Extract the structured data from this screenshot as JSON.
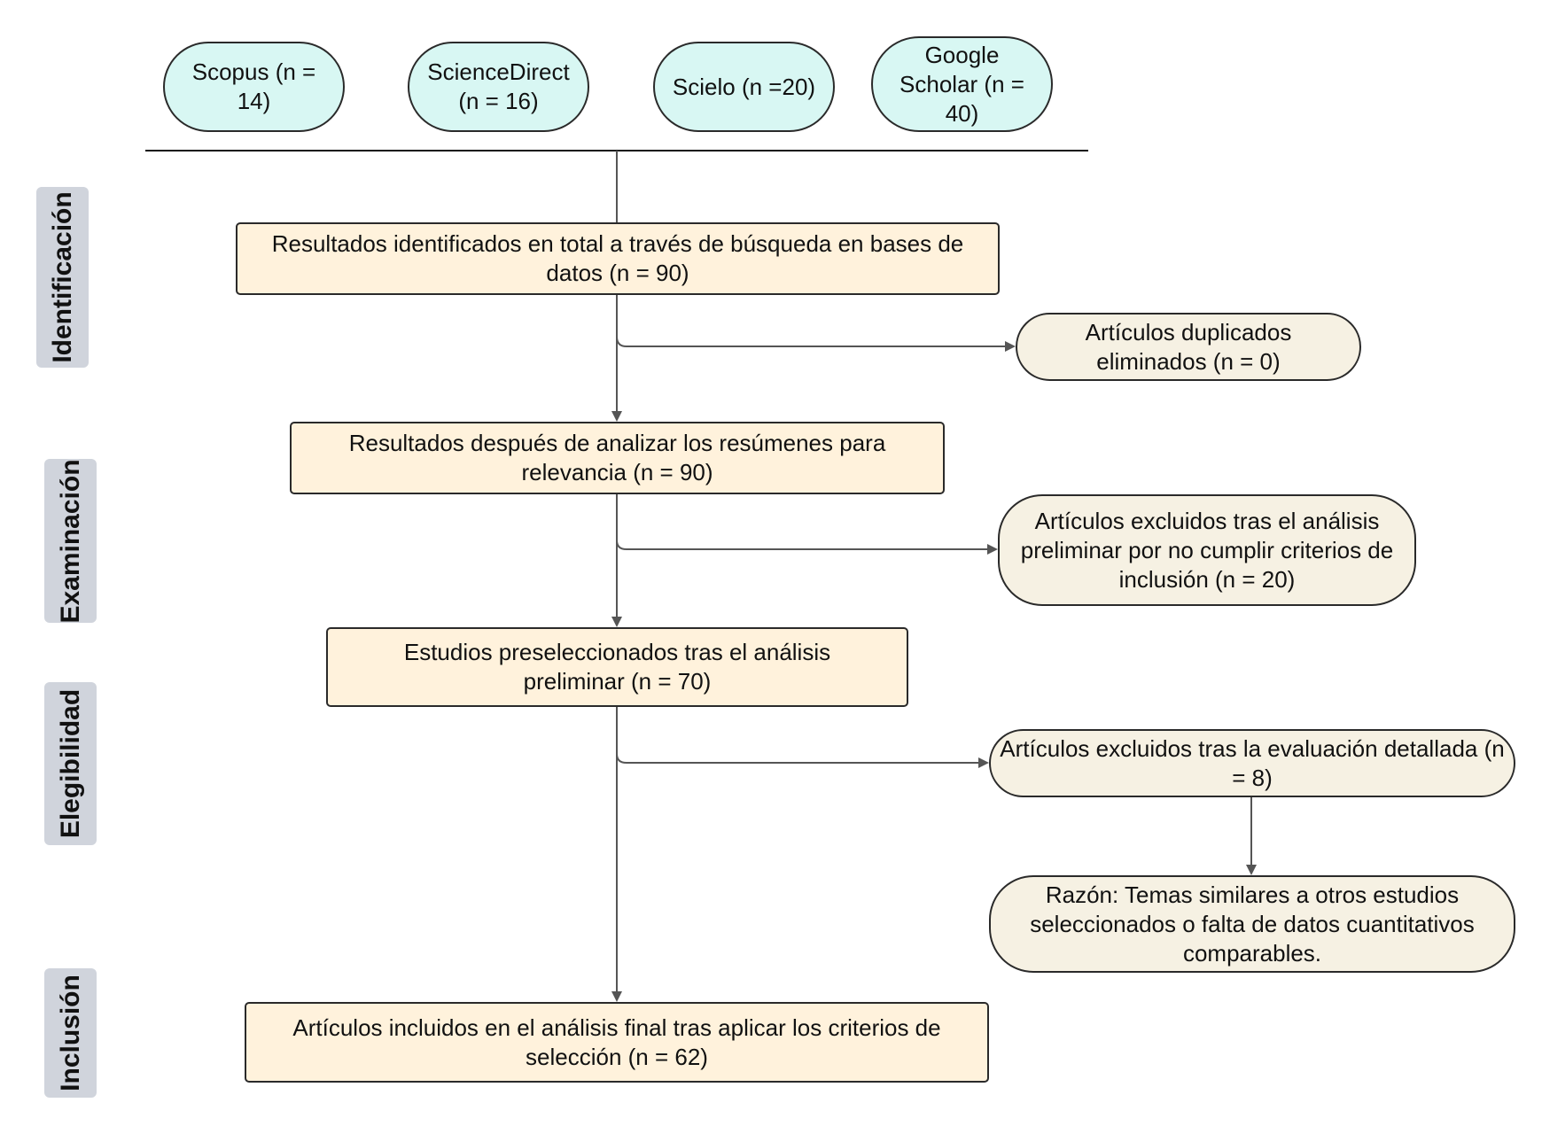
{
  "sources": [
    {
      "label": "Scopus (n = 14)"
    },
    {
      "label": "ScienceDirect (n = 16)"
    },
    {
      "label": "Scielo (n =20)"
    },
    {
      "label": "Google Scholar (n = 40)"
    }
  ],
  "phases": {
    "identificacion": "Identificación",
    "examinacion": "Examinación",
    "elegibilidad": "Elegibilidad",
    "inclusion": "Inclusión"
  },
  "main": {
    "identified": "Resultados identificados en total a través de búsqueda en bases de datos (n = 90)",
    "screened": "Resultados después de analizar los resúmenes para relevancia (n = 90)",
    "preselected": "Estudios preseleccionados tras el análisis preliminar (n = 70)",
    "included": "Artículos incluidos en el análisis final tras aplicar los criterios de selección (n = 62)"
  },
  "side": {
    "duplicates": "Artículos duplicados eliminados (n = 0)",
    "excluded_preliminary": "Artículos excluidos tras el análisis preliminar por no cumplir criterios de inclusión (n = 20)",
    "excluded_detailed": "Artículos excluidos tras la evaluación detallada (n = 8)",
    "reason": "Razón: Temas similares a otros estudios seleccionados o falta de datos cuantitativos comparables."
  },
  "colors": {
    "source_fill": "#d8f7f3",
    "main_fill": "#fff2dc",
    "side_fill": "#f6f1e3",
    "phase_fill": "#d0d4dc",
    "line": "#555555"
  }
}
